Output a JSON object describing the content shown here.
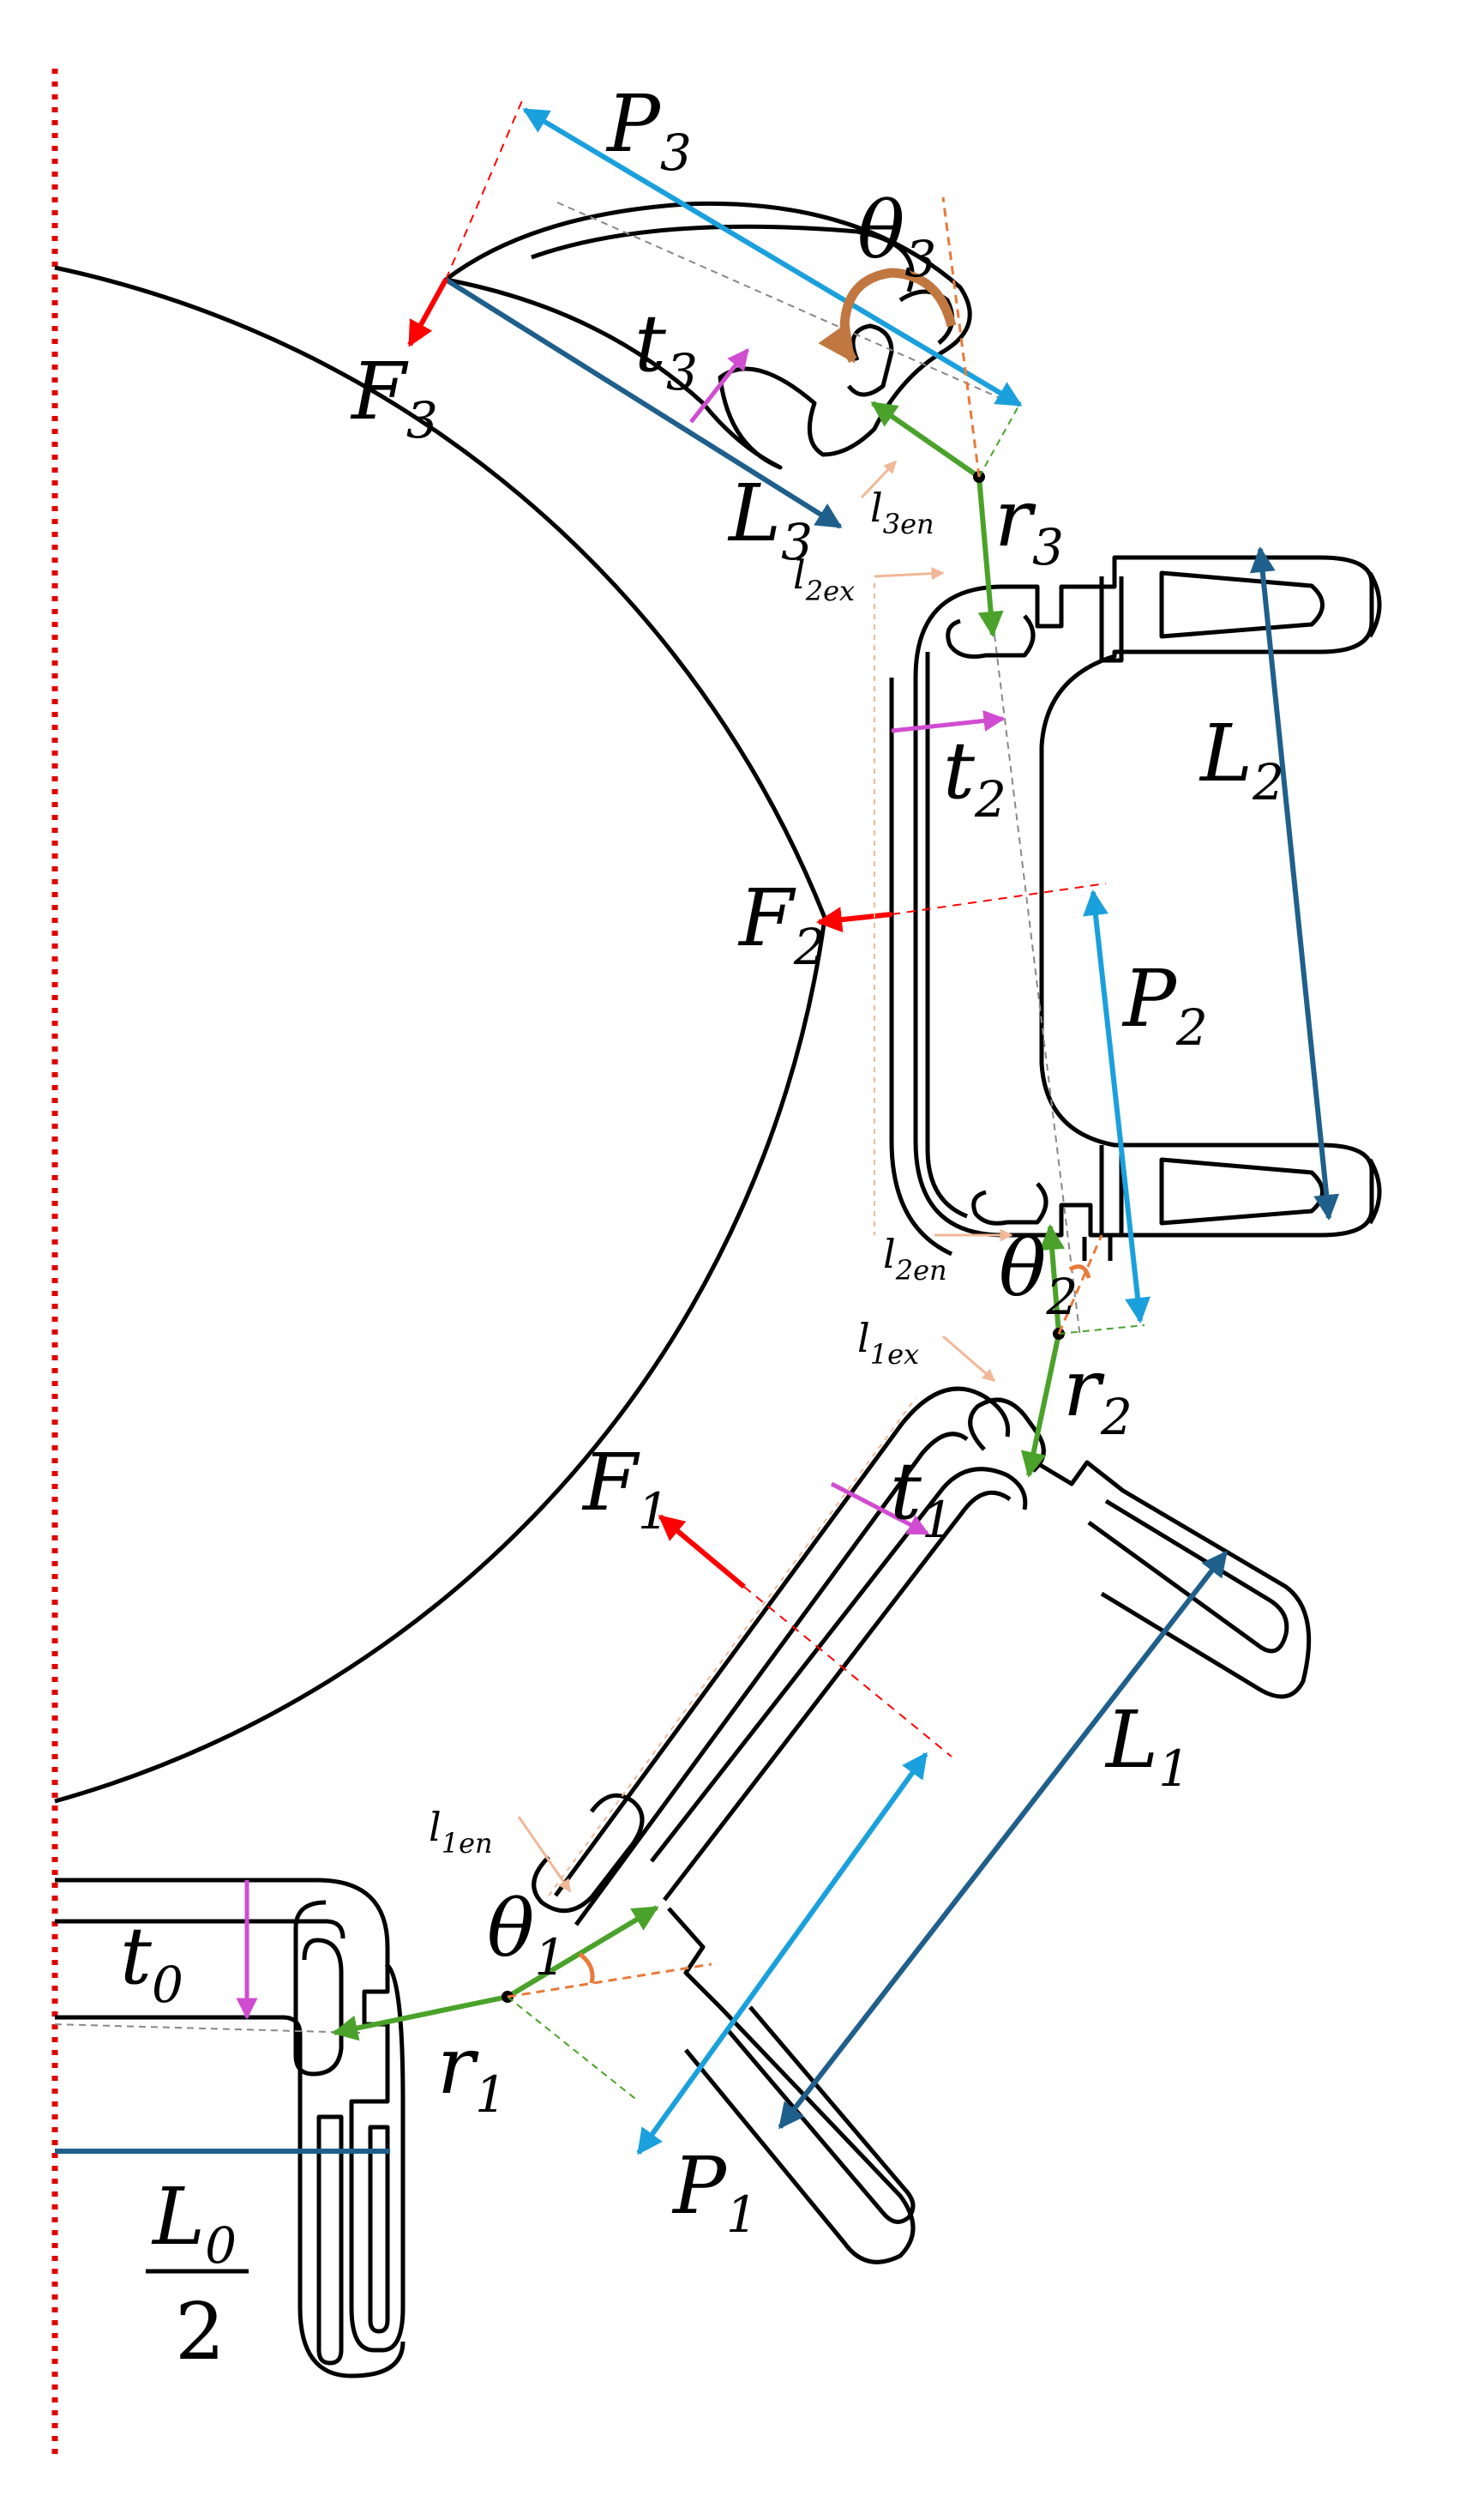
{
  "figure": {
    "labels": {
      "P3": {
        "base": "P",
        "sub": "3"
      },
      "theta3": {
        "base": "θ",
        "sub": "3"
      },
      "F3": {
        "base": "F",
        "sub": "3"
      },
      "t3": {
        "base": "t",
        "sub": "3"
      },
      "L3": {
        "base": "L",
        "sub": "3"
      },
      "l3en": {
        "base": "l",
        "sub": "3en"
      },
      "r3": {
        "base": "r",
        "sub": "3"
      },
      "l2ex": {
        "base": "l",
        "sub": "2ex"
      },
      "L2": {
        "base": "L",
        "sub": "2"
      },
      "t2": {
        "base": "t",
        "sub": "2"
      },
      "F2": {
        "base": "F",
        "sub": "2"
      },
      "P2": {
        "base": "P",
        "sub": "2"
      },
      "l2en": {
        "base": "l",
        "sub": "2en"
      },
      "theta2": {
        "base": "θ",
        "sub": "2"
      },
      "l1ex": {
        "base": "l",
        "sub": "1ex"
      },
      "r2": {
        "base": "r",
        "sub": "2"
      },
      "F1": {
        "base": "F",
        "sub": "1"
      },
      "t1": {
        "base": "t",
        "sub": "1"
      },
      "L1": {
        "base": "L",
        "sub": "1"
      },
      "l1en": {
        "base": "l",
        "sub": "1en"
      },
      "theta1": {
        "base": "θ",
        "sub": "1"
      },
      "t0": {
        "base": "t",
        "sub": "0"
      },
      "r1": {
        "base": "r",
        "sub": "1"
      },
      "P1": {
        "base": "P",
        "sub": "1"
      },
      "L0": {
        "base": "L",
        "sub": "0"
      },
      "half_denominator": "2"
    },
    "colors": {
      "outline": "#000000",
      "force": "#ff0000",
      "symmetry_axis": "#e00000",
      "dimension_L": "#1f5f8b",
      "dimension_P": "#1aa0dc",
      "thickness_t": "#d04cd0",
      "vector_r": "#4aa22a",
      "angle_theta": "#e87a3a",
      "theta3_arc": "#c07840",
      "length_l": "#f0b898",
      "guide_line": "#888888"
    }
  }
}
